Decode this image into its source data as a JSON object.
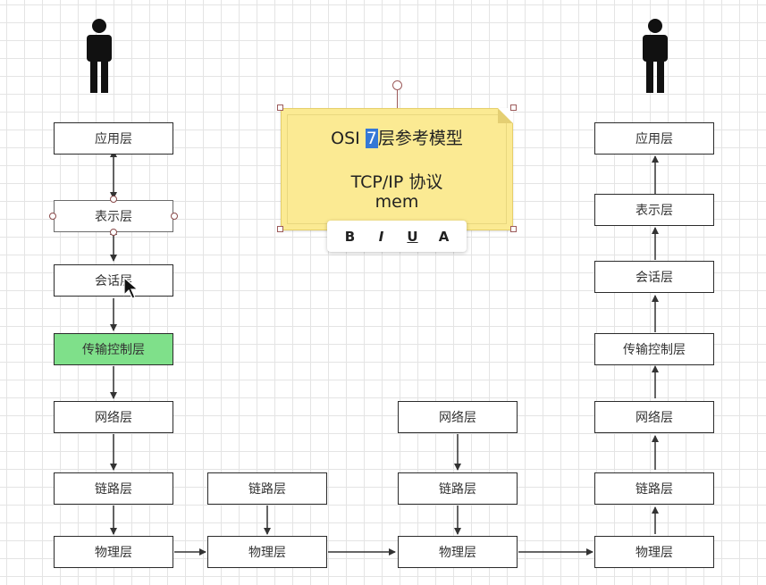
{
  "note": {
    "title_prefix": "OSI",
    "title_highlight": "7",
    "title_suffix": "层参考模型",
    "line2": "TCP/IP  协议",
    "line3": "mem"
  },
  "toolbar": {
    "bold": "B",
    "italic": "I",
    "underline": "U",
    "font_color": "A"
  },
  "left_stack": [
    "应用层",
    "表示层",
    "会话层",
    "传输控制层",
    "网络层",
    "链路层",
    "物理层"
  ],
  "middle1_stack": [
    "链路层",
    "物理层"
  ],
  "middle2_stack": [
    "网络层",
    "链路层",
    "物理层"
  ],
  "right_stack": [
    "应用层",
    "表示层",
    "会话层",
    "传输控制层",
    "网络层",
    "链路层",
    "物理层"
  ],
  "colors": {
    "highlight_box": "#7fe08a",
    "note_bg": "#fbea93",
    "text_selection": "#3578d6"
  },
  "icons": [
    "person-icon",
    "person-icon",
    "cursor-icon"
  ]
}
